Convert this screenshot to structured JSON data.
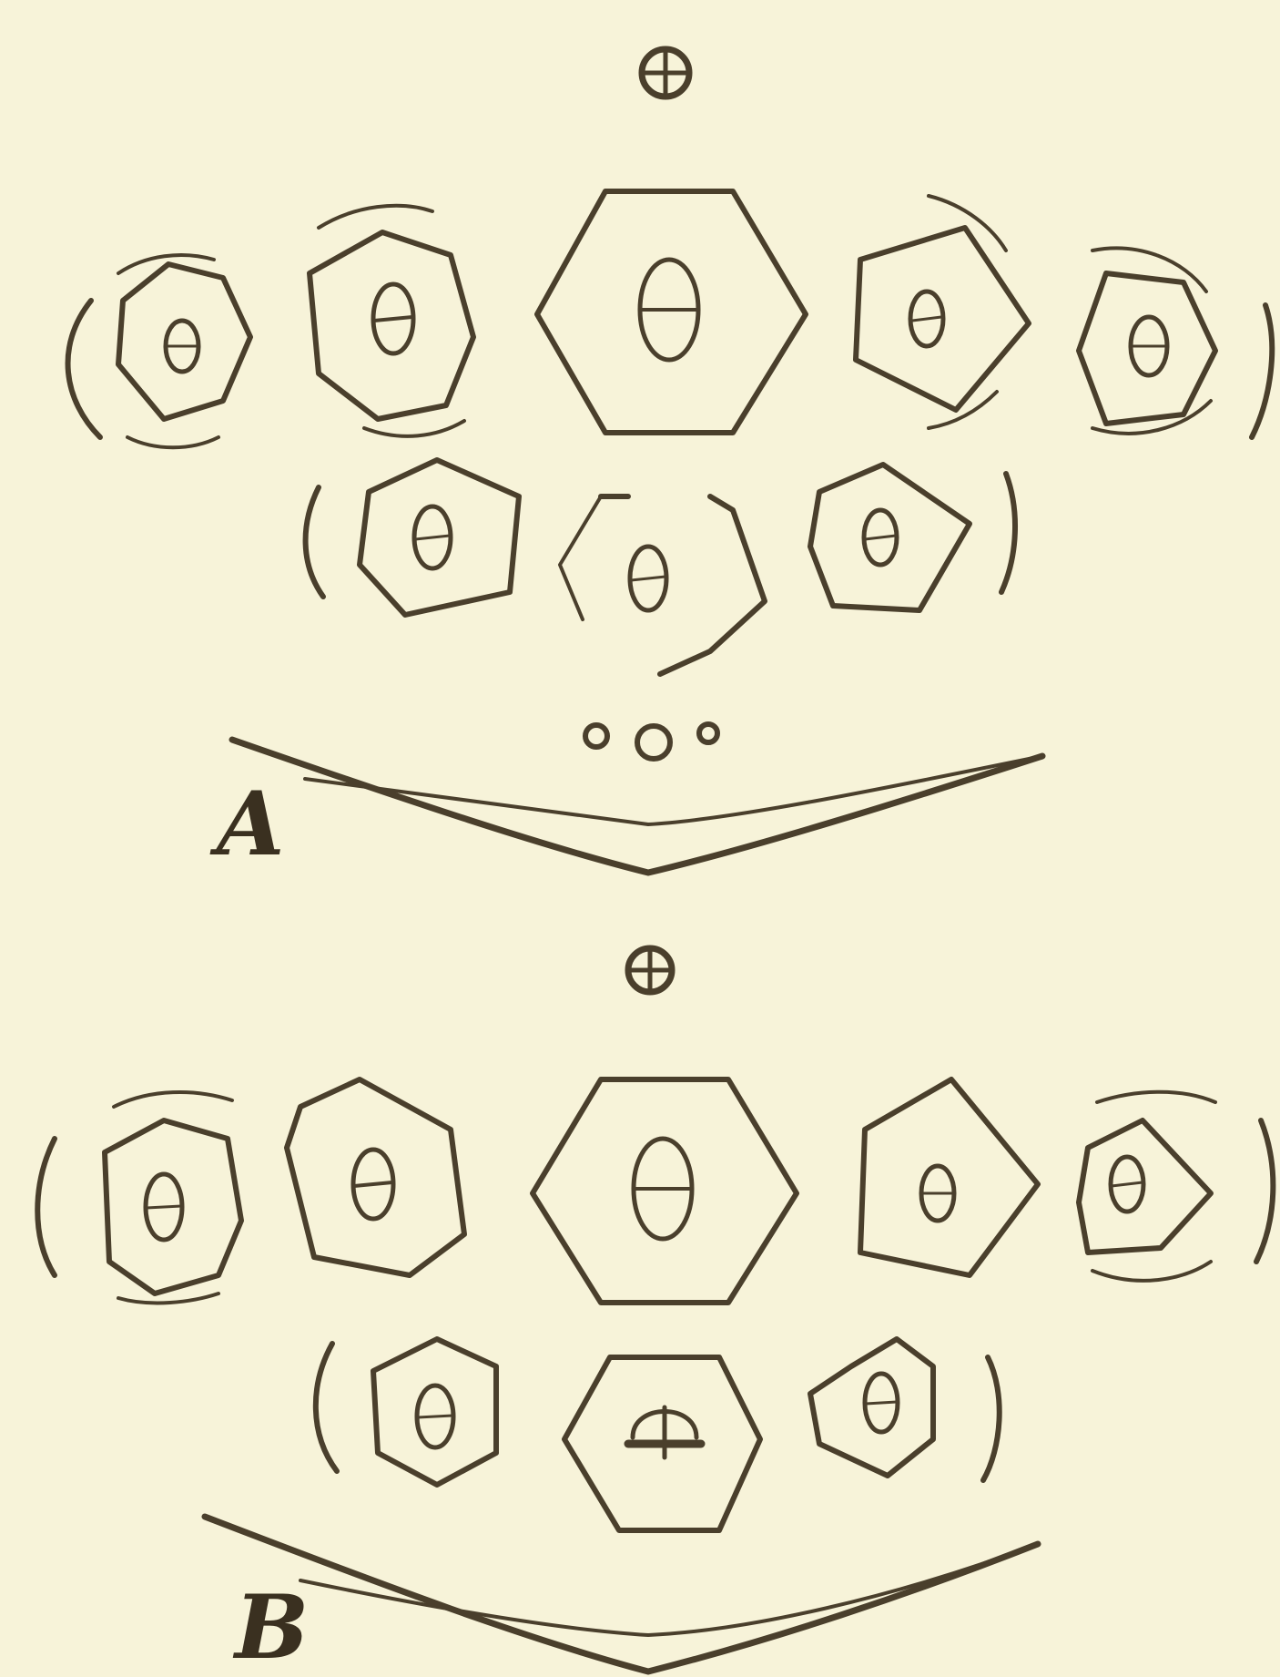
{
  "figure": {
    "panels": [
      {
        "id": "A",
        "label": "A"
      },
      {
        "id": "B",
        "label": "B"
      }
    ]
  },
  "colors": {
    "paper": "#f7f3d9",
    "ink": "#4a3f2c"
  }
}
